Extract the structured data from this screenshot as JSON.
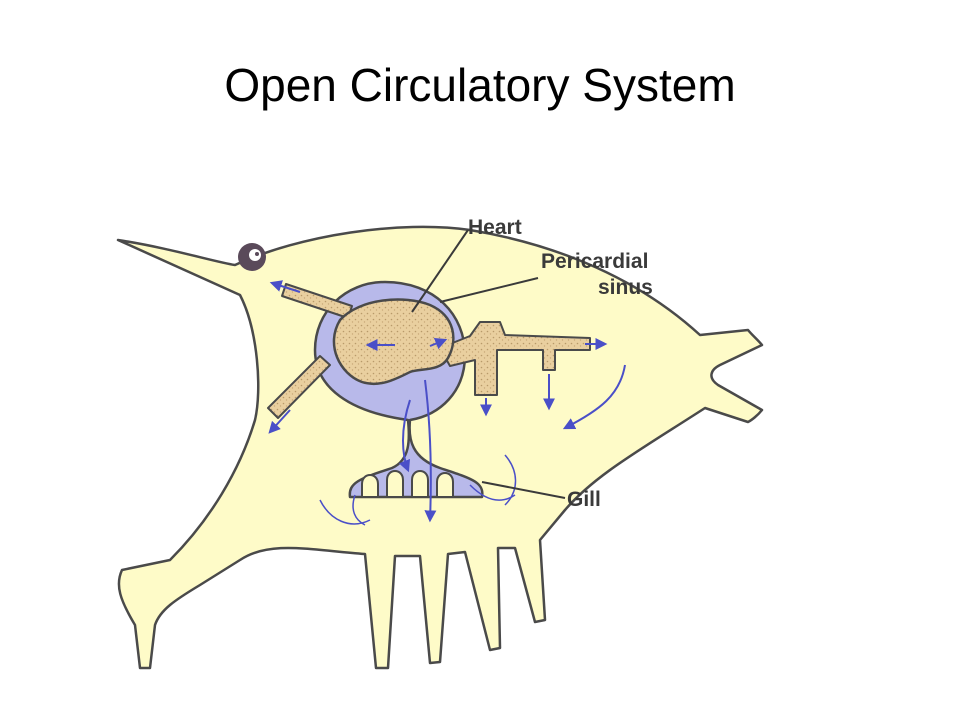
{
  "slide": {
    "title": "Open Circulatory System"
  },
  "diagram": {
    "labels": {
      "heart": "Heart",
      "pericardial_line1": "Pericardial",
      "pericardial_line2": "sinus",
      "gill": "Gill"
    },
    "colors": {
      "body_fill": "#fefbc8",
      "outline": "#4a4a4a",
      "sinus_fill": "#b8b9ea",
      "heart_fill": "#e9cf9f",
      "flow_arrow": "#4a4fc8",
      "eye": "#5a4a5a"
    }
  }
}
